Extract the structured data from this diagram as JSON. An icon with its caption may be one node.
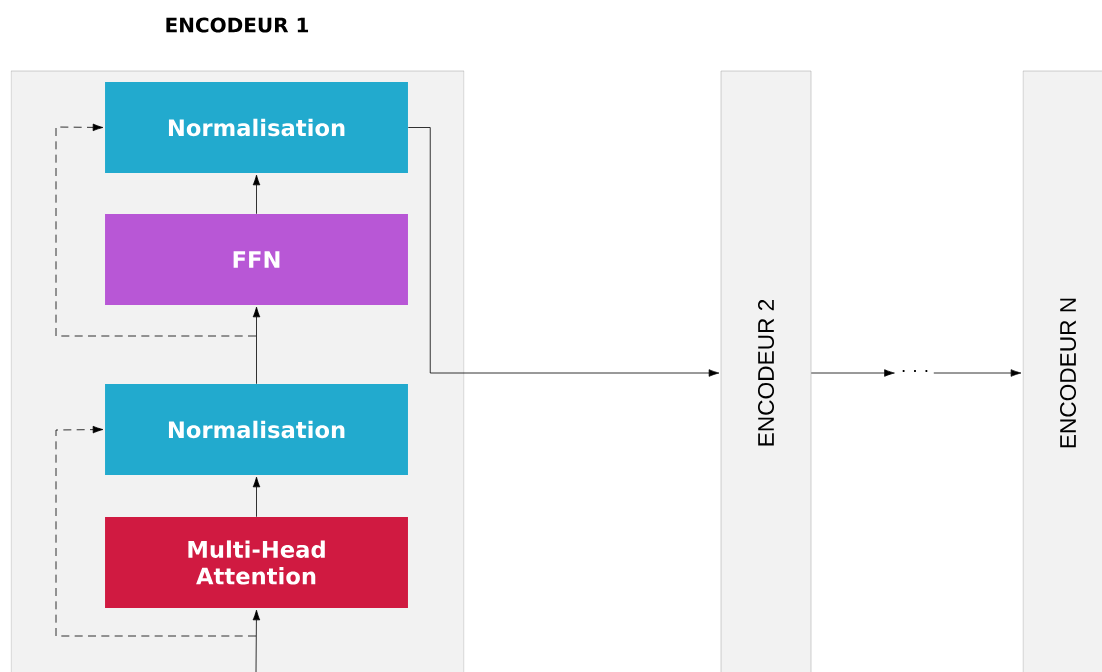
{
  "diagram": {
    "nodes": [
      {
        "text": [
          "ENCODEUR 1"
        ]
      },
      {
        "text": [
          "Normalisation"
        ],
        "in": 0
      },
      {
        "text": [
          "FFN"
        ],
        "in": 0
      },
      {
        "text": [
          "Normalisation"
        ],
        "in": 0
      },
      {
        "text": [
          "Multi-Head Attention"
        ],
        "in": 0
      },
      {
        "text": [
          "ENCODEUR 2"
        ]
      },
      {
        "text": [
          "· · ·"
        ]
      },
      {
        "text": [
          "ENCODEUR N"
        ]
      }
    ],
    "edges": [
      {
        "from": null,
        "to": 4,
        "arrow": "to"
      },
      {
        "from": 4,
        "to": 3,
        "arrow": "to"
      },
      {
        "from": null,
        "to": 3,
        "arrow": "to",
        "style": "dashed"
      },
      {
        "from": 3,
        "to": 2,
        "arrow": "to"
      },
      {
        "from": null,
        "to": 1,
        "arrow": "to",
        "style": "dashed"
      },
      {
        "from": 2,
        "to": 1,
        "arrow": "to"
      },
      {
        "from": 1,
        "to": 5,
        "arrow": "to"
      },
      {
        "from": 5,
        "to": 6,
        "arrow": "to"
      },
      {
        "from": 6,
        "to": 7,
        "arrow": "to"
      }
    ]
  }
}
